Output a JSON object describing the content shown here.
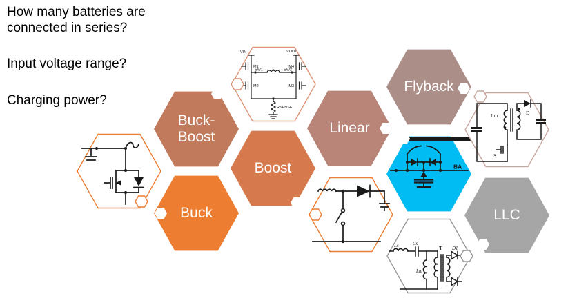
{
  "slide": {
    "questions": [
      "How many batteries are connected in series?",
      "Input voltage range?",
      "Charging power?"
    ]
  },
  "hexagons": {
    "buck_boost": {
      "label": "Buck-Boost",
      "color": "#C17B5C"
    },
    "boost": {
      "label": "Boost",
      "color": "#D67A4D"
    },
    "buck": {
      "label": "Buck",
      "color": "#ED7D31"
    },
    "linear": {
      "label": "Linear",
      "color": "#B98578"
    },
    "flyback": {
      "label": "Flyback",
      "color": "#AC8E89"
    },
    "llc": {
      "label": "LLC",
      "color": "#A6A6A6"
    },
    "battery": {
      "label": "BA",
      "color": "#00BCF2"
    }
  },
  "schematics": {
    "buck_boost_4sw": {
      "vin": "VIN",
      "vout": "VOUT",
      "m1": "M1",
      "m2": "M2",
      "m3": "M3",
      "m4": "M4",
      "sw1": "SW1",
      "sw2": "SW2",
      "inductor": "L",
      "rsense": "RSENSE"
    },
    "flyback": {
      "magnetizing_inductor": "Lm",
      "diode": "D",
      "switch": "S"
    },
    "llc": {
      "series_inductor": "Ls",
      "series_capacitor": "Cs",
      "magnetizing_inductor": "Lm",
      "transformer": "T",
      "diode": "D1"
    }
  },
  "colors": {
    "outline_orange": "#ED7D31",
    "outline_salmon": "#DD9478",
    "outline_mauve": "#C9A8A0",
    "outline_gray": "#979797",
    "ink": "#1A1A1A",
    "question_text": "#000000"
  }
}
